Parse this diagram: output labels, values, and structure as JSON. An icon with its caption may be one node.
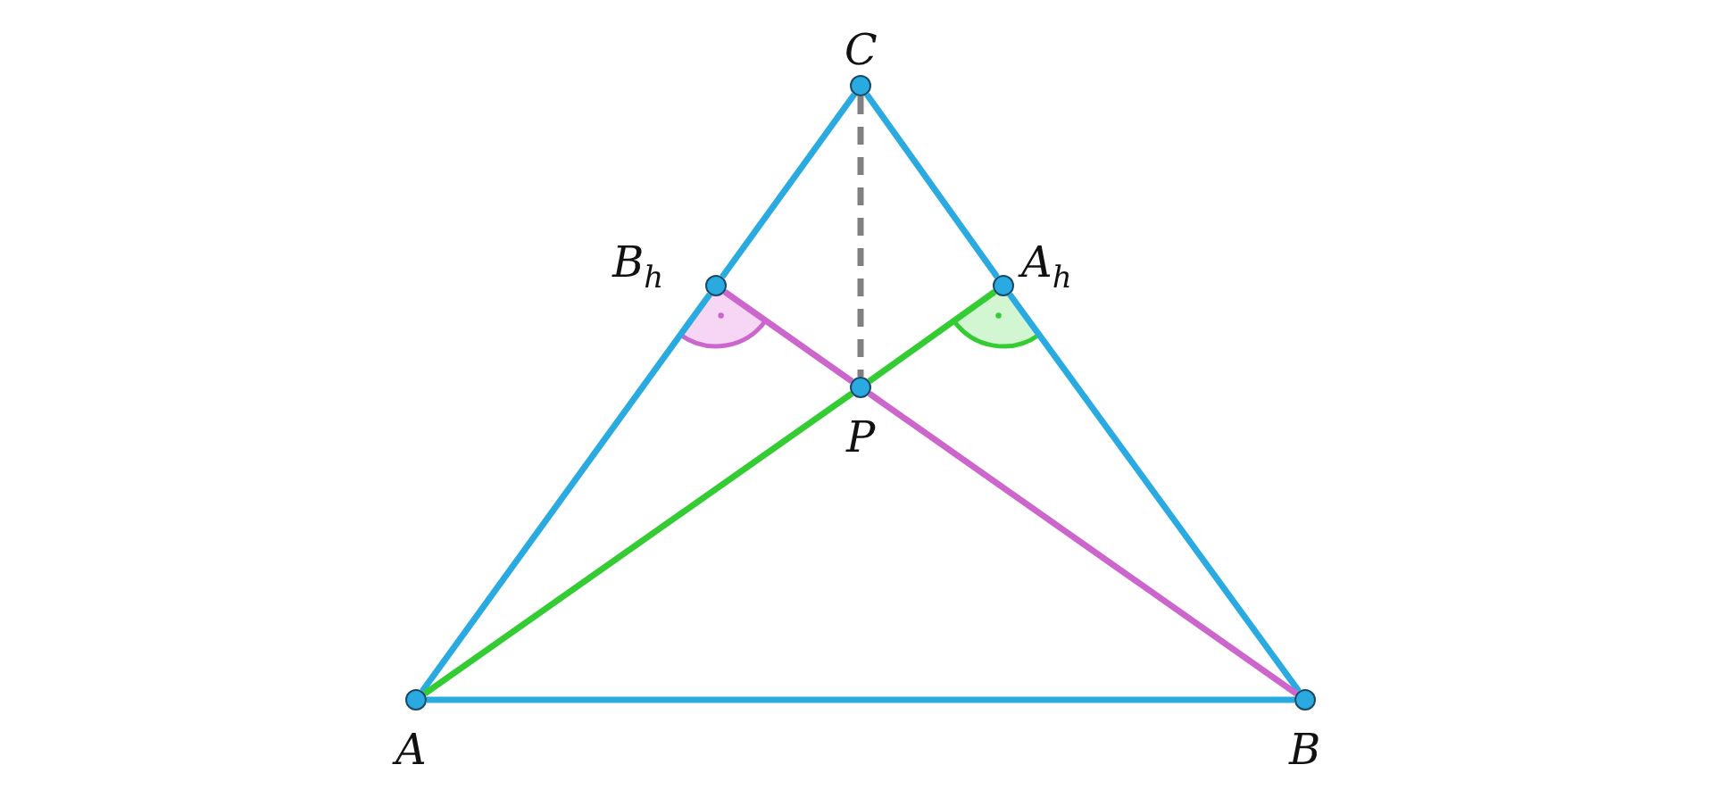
{
  "diagram": {
    "nodes": [
      {
        "text": [],
        "shape": "circle",
        "beside": [
          "C"
        ]
      },
      {
        "text": [],
        "shape": "circle",
        "beside": [
          "B$_{h}$"
        ]
      },
      {
        "text": [],
        "shape": "circle",
        "beside": [
          "A$_{h}$"
        ]
      },
      {
        "text": [],
        "shape": "circle",
        "beside": [
          "P"
        ]
      },
      {
        "text": [],
        "shape": "circle",
        "beside": [
          "A"
        ]
      },
      {
        "text": [],
        "shape": "circle",
        "beside": [
          "B"
        ]
      }
    ],
    "edges": [
      {
        "from": 4,
        "to": 5,
        "arrow": "none"
      },
      {
        "from": 5,
        "to": 2,
        "arrow": "none"
      },
      {
        "from": 2,
        "to": 0,
        "arrow": "none"
      },
      {
        "from": 0,
        "to": 1,
        "arrow": "none"
      },
      {
        "from": 1,
        "to": 4,
        "arrow": "none"
      },
      {
        "from": 4,
        "to": 3,
        "arrow": "none",
        "color": "#33cc33"
      },
      {
        "from": 3,
        "to": 2,
        "arrow": "none",
        "color": "#33cc33"
      },
      {
        "from": 5,
        "to": 3,
        "arrow": "none",
        "color": "#cc66cc"
      },
      {
        "from": 3,
        "to": 1,
        "arrow": "none",
        "color": "#cc66cc"
      },
      {
        "from": 0,
        "to": 3,
        "arrow": "none",
        "style": "dashed",
        "color": "#808080"
      }
    ]
  }
}
